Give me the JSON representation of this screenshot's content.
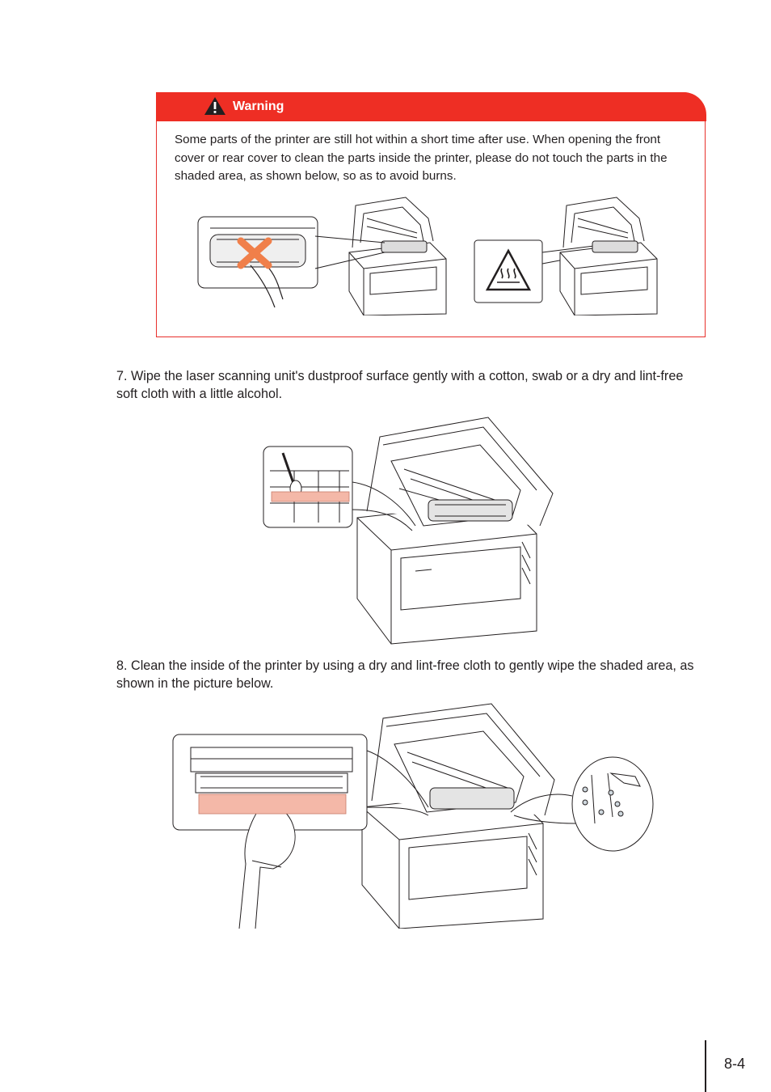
{
  "warning": {
    "title": "Warning",
    "text": "Some parts of the printer are still hot within a short time after use. When opening the front cover or rear cover to clean the parts inside the printer, please do not touch the parts in the shaded area, as shown below, so as to avoid burns.",
    "icons": [
      "warning-triangle-icon",
      "hot-surface-icon",
      "do-not-touch-cross-icon"
    ],
    "colors": {
      "header": "#ee2e24",
      "border": "#e8302c",
      "shaded_area": "#f4b8a8",
      "cross": "#f07f4a"
    }
  },
  "steps": [
    {
      "text": "7. Wipe the laser scanning unit's dustproof surface gently with a cotton, swab or a dry and lint-free soft cloth with a little alcohol."
    },
    {
      "text": "8. Clean the inside of the printer by using a dry and lint-free cloth to gently wipe the shaded area, as shown in the picture below."
    }
  ],
  "footer": {
    "page_number": "8-4"
  }
}
